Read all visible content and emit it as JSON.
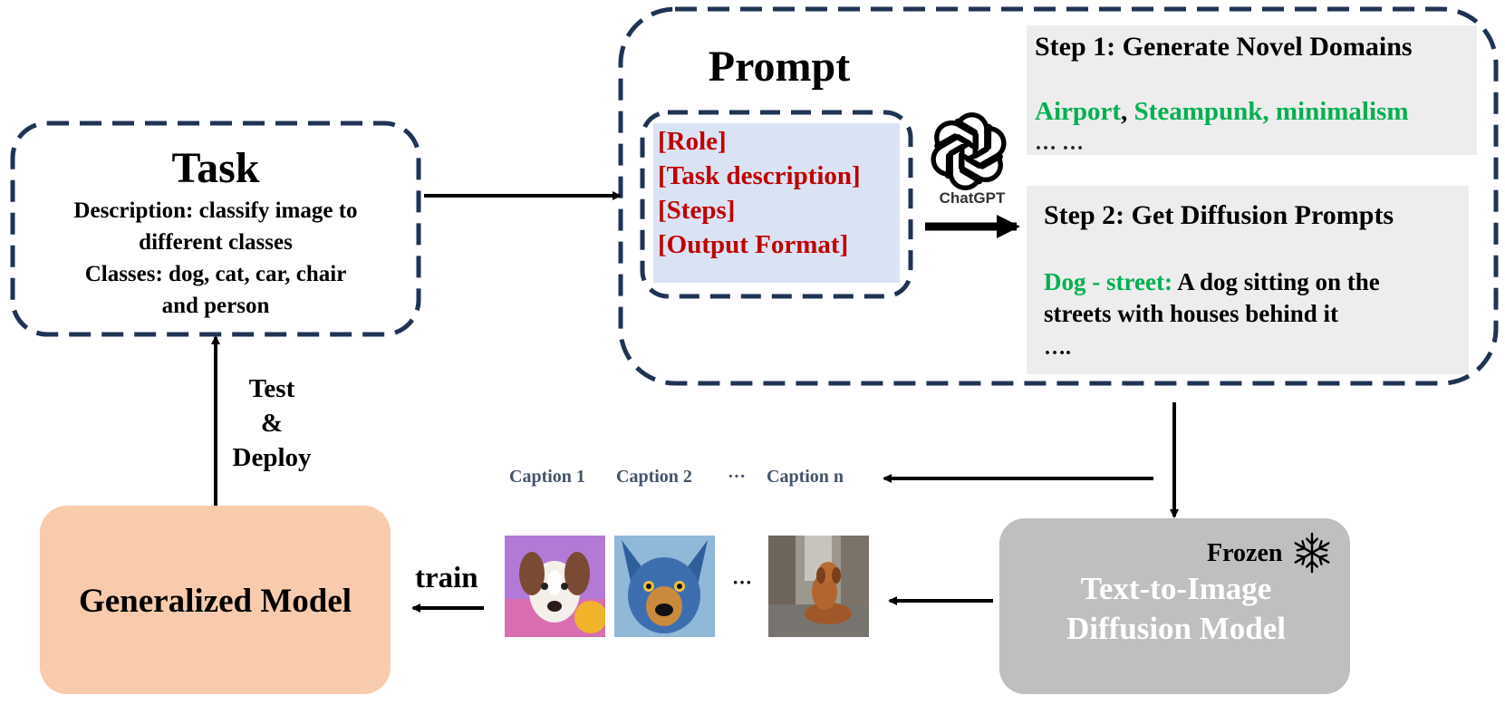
{
  "task": {
    "title": "Task",
    "lines": [
      "Description: classify image to",
      "different classes",
      "Classes: dog, cat, car, chair",
      "and person"
    ]
  },
  "prompt": {
    "title": "Prompt",
    "items": [
      "[Role]",
      "[Task description]",
      "[Steps]",
      "[Output Format]"
    ]
  },
  "chatgpt": {
    "label": "ChatGPT",
    "icon": "openai-logo-icon"
  },
  "step1": {
    "title": "Step 1: Generate Novel Domains",
    "domain_a": "Airport",
    "comma": ",",
    "domain_b": " Steampunk, minimalism",
    "more": "… …"
  },
  "step2": {
    "title": "Step 2: Get Diffusion Prompts",
    "example_label": "Dog - street:",
    "example_text": " A dog sitting on the",
    "example_text2": "streets with houses behind it",
    "more": "…."
  },
  "test_deploy": {
    "line1": "Test",
    "line2": "&",
    "line3": "Deploy"
  },
  "captions": {
    "c1": "Caption 1",
    "c2": "Caption 2",
    "dots": "···",
    "cn": "Caption n"
  },
  "diffusion": {
    "frozen": "Frozen",
    "line1": "Text-to-Image",
    "line2": "Diffusion Model",
    "icon": "snowflake-icon"
  },
  "model": {
    "label": "Generalized Model"
  },
  "train": {
    "label": "train"
  },
  "images": {
    "dots": "···"
  },
  "colors": {
    "dash_border": "#1f3354",
    "prompt_fill": "#dae3f3",
    "prompt_text": "#c00000",
    "green": "#00b050",
    "step_fill": "#ededed",
    "model_fill": "#f8cbad",
    "diffusion_fill": "#bfbfbf",
    "caption_text": "#44546a"
  }
}
